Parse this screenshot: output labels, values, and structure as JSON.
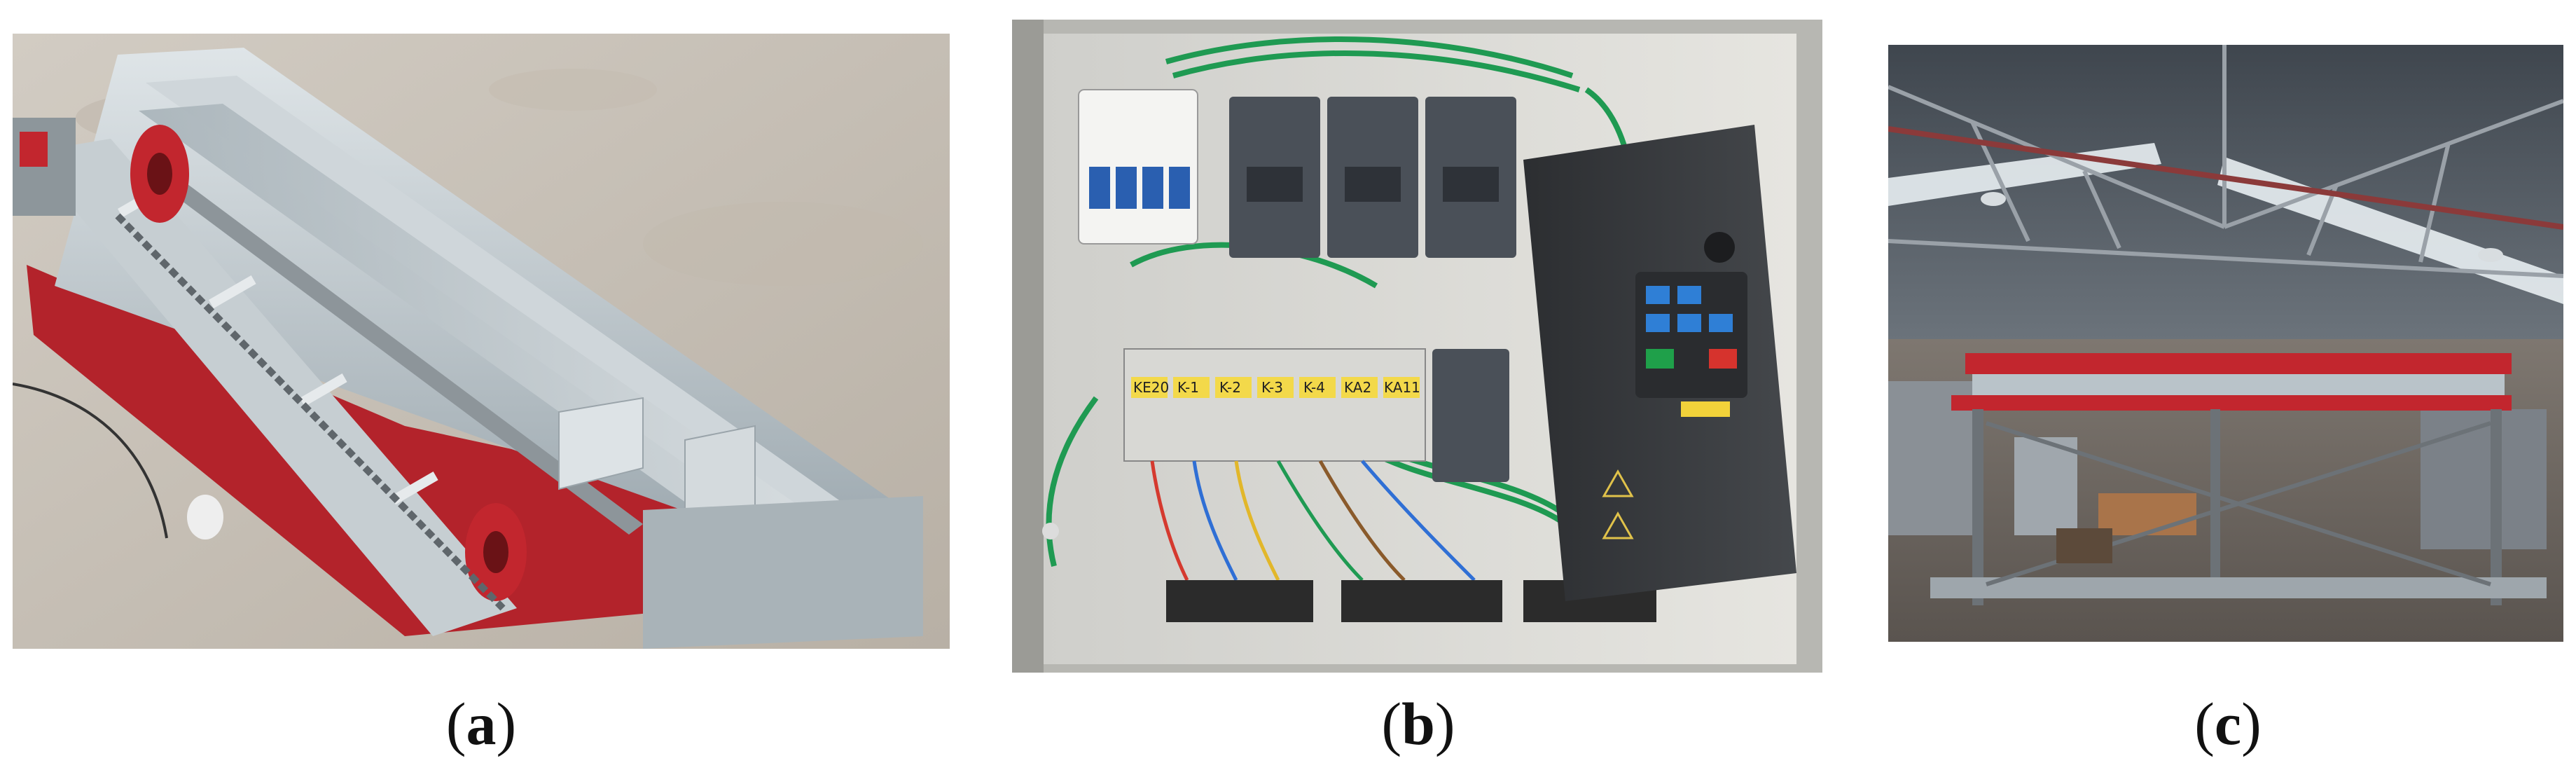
{
  "figure": {
    "panels": [
      {
        "id": "a",
        "caption_open": "(",
        "caption_letter": "a",
        "caption_close": ")",
        "subject": "galvanized steel conveyor trough with red drive sprockets on concrete floor"
      },
      {
        "id": "b",
        "caption_open": "(",
        "caption_letter": "b",
        "caption_close": ")",
        "subject": "electrical control cabinet with breakers, contactors, relays, terminal blocks and frequency inverter"
      },
      {
        "id": "c",
        "caption_open": "(",
        "caption_letter": "c",
        "caption_close": ")",
        "subject": "assembled machine frame with red rails inside a steel-truss workshop"
      }
    ],
    "relay_labels": [
      "KE20",
      "K-1",
      "K-2",
      "K-3",
      "K-4",
      "KA2",
      "KA11"
    ],
    "colors": {
      "steel": "#b9c3c9",
      "red_frame": "#c2262e",
      "wire_green": "#1f9a52",
      "inverter": "#3b3d40",
      "floor": "#c9c2b8"
    }
  }
}
